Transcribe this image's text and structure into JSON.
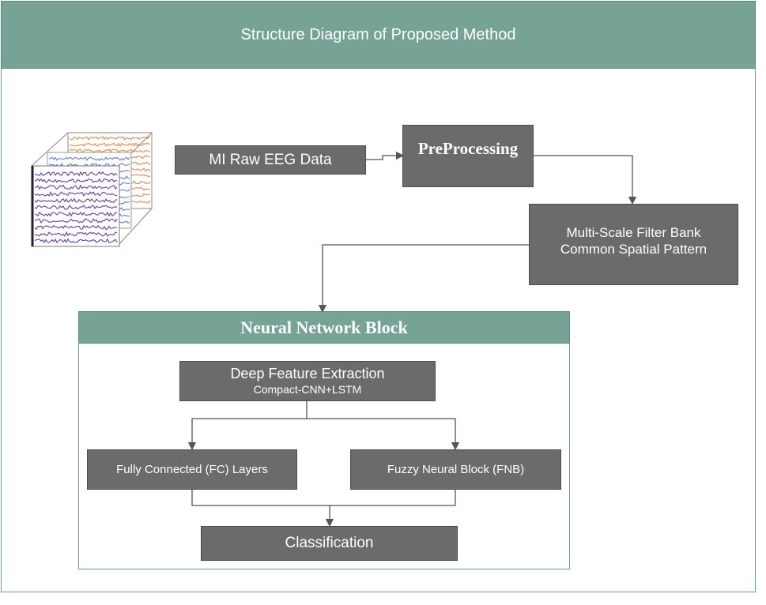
{
  "title": "Structure Diagram of Proposed Method",
  "nodes": {
    "raw_eeg": "MI Raw EEG Data",
    "preprocessing": "PreProcessing",
    "filter_bank_line1": "Multi-Scale Filter Bank",
    "filter_bank_line2": "Common Spatial Pattern",
    "nn_block": "Neural Network Block",
    "feature_extraction": "Deep Feature Extraction",
    "feature_extraction_sub": "Compact-CNN+LSTM",
    "fc_layers": "Fully Connected (FC) Layers",
    "fnb": "Fuzzy Neural Block (FNB)",
    "classification": "Classification"
  },
  "colors": {
    "header": "#77a296",
    "box": "#6b6b6b",
    "eeg_orange": "#d9823f",
    "eeg_blue": "#5a72c2",
    "eeg_purple": "#6a3d9a"
  }
}
